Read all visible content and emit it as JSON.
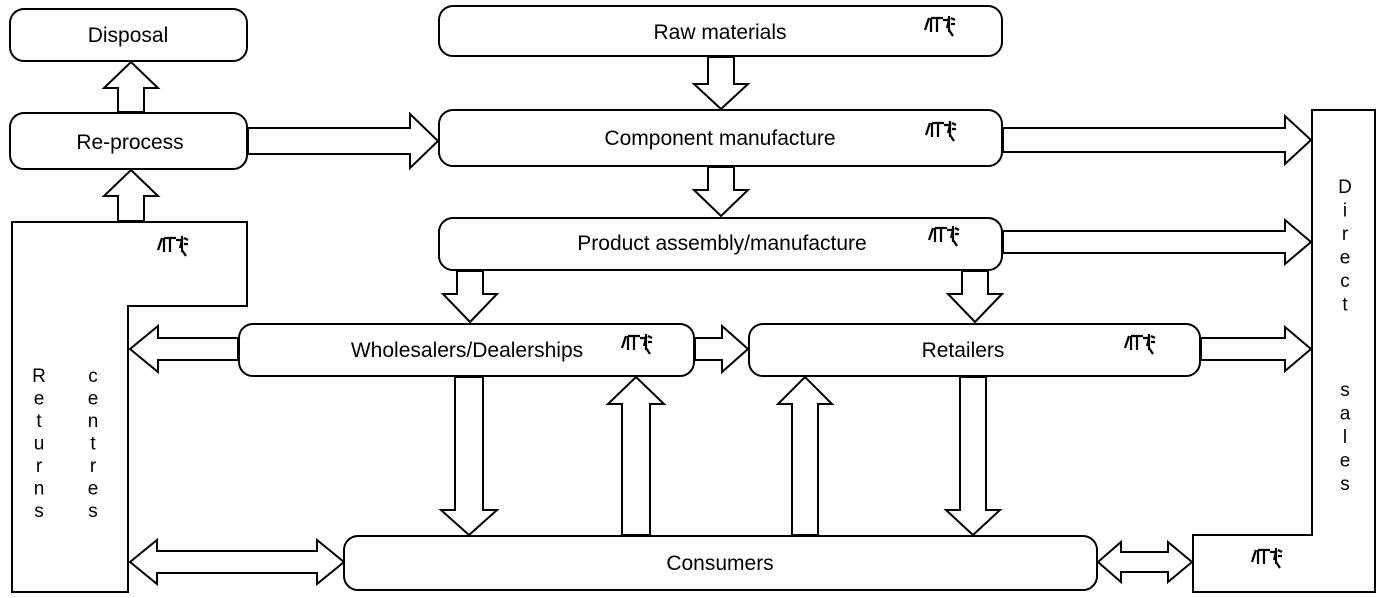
{
  "nodes": {
    "disposal": "Disposal",
    "reprocess": "Re-process",
    "raw_materials": "Raw materials",
    "component_manufacture": "Component manufacture",
    "product_assembly": "Product assembly/manufacture",
    "wholesalers": "Wholesalers/Dealerships",
    "retailers": "Retailers",
    "consumers": "Consumers",
    "returns_centres": "Returns centres",
    "direct_sales": "Direct sales"
  },
  "edges": [
    {
      "from": "Raw materials",
      "to": "Component manufacture"
    },
    {
      "from": "Component manufacture",
      "to": "Product assembly/manufacture"
    },
    {
      "from": "Re-process",
      "to": "Component manufacture"
    },
    {
      "from": "Re-process",
      "to": "Disposal"
    },
    {
      "from": "Returns centres",
      "to": "Re-process"
    },
    {
      "from": "Component manufacture",
      "to": "Direct sales"
    },
    {
      "from": "Product assembly/manufacture",
      "to": "Direct sales"
    },
    {
      "from": "Retailers",
      "to": "Direct sales"
    },
    {
      "from": "Product assembly/manufacture",
      "to": "Wholesalers/Dealerships"
    },
    {
      "from": "Product assembly/manufacture",
      "to": "Retailers"
    },
    {
      "from": "Wholesalers/Dealerships",
      "to": "Retailers"
    },
    {
      "from": "Wholesalers/Dealerships",
      "to": "Returns centres"
    },
    {
      "from": "Wholesalers/Dealerships",
      "to": "Consumers"
    },
    {
      "from": "Consumers",
      "to": "Wholesalers/Dealerships"
    },
    {
      "from": "Consumers",
      "to": "Retailers"
    },
    {
      "from": "Retailers",
      "to": "Consumers"
    },
    {
      "from": "Returns centres",
      "to": "Consumers",
      "bidirectional": true
    },
    {
      "from": "Consumers",
      "to": "Direct sales",
      "bidirectional": true
    }
  ],
  "icon": "symbol-icon"
}
